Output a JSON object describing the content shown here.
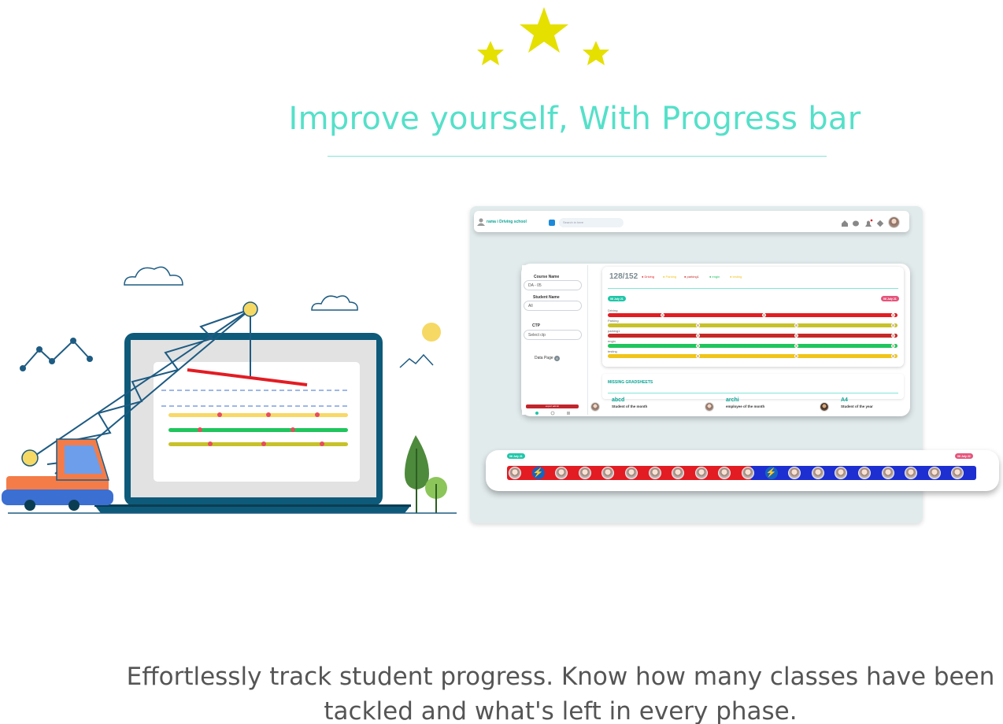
{
  "headline": "Improve yourself, With Progress bar",
  "caption_line1": "Effortlessly track student progress. Know how many classes have been",
  "caption_line2": "tackled and what's left in every phase.",
  "colors": {
    "accent": "#55e0c9",
    "star": "#e6e000",
    "teal": "#0aa394"
  },
  "app": {
    "school_name": "rama i Driving school",
    "search_placeholder": "Search in here",
    "sidebar": {
      "course_label": "Course Name",
      "course_value": "DA - 05",
      "student_label": "Student Name",
      "student_value": "All",
      "ctp_label": "CTP",
      "ctp_value": "Select ctp",
      "data_page_label": "Data Page",
      "data_page_count": "6",
      "export_label": "export admin"
    },
    "progress": {
      "count": "128/152",
      "legend": [
        {
          "label": "Driving",
          "color": "#e31b23"
        },
        {
          "label": "Parking",
          "color": "#f0c419"
        },
        {
          "label": "parking1",
          "color": "#c62828"
        },
        {
          "label": "engin",
          "color": "#21c55d"
        },
        {
          "label": "testing",
          "color": "#f0c419"
        }
      ],
      "start_date": "06 July 21",
      "end_date": "06 July 21",
      "bars": [
        {
          "label": "Driving",
          "color": "#e31b23",
          "fill": 1.0
        },
        {
          "label": "Parking",
          "color": "#c8c22a",
          "fill": 1.0
        },
        {
          "label": "parking1",
          "color": "#c62828",
          "fill": 1.0
        },
        {
          "label": "engin",
          "color": "#21c55d",
          "fill": 1.0
        },
        {
          "label": "testing",
          "color": "#f0c419",
          "fill": 1.0
        }
      ]
    },
    "missing": {
      "title": "MISSING GRADSHEETS",
      "people": [
        {
          "name": "abcd",
          "role": "Student of the month"
        },
        {
          "name": "archi",
          "role": "employee of the month"
        },
        {
          "name": "A4",
          "role": "Student of the year"
        }
      ]
    },
    "timeline": {
      "start_date": "06 July 21",
      "end_date": "06 July 22"
    }
  }
}
